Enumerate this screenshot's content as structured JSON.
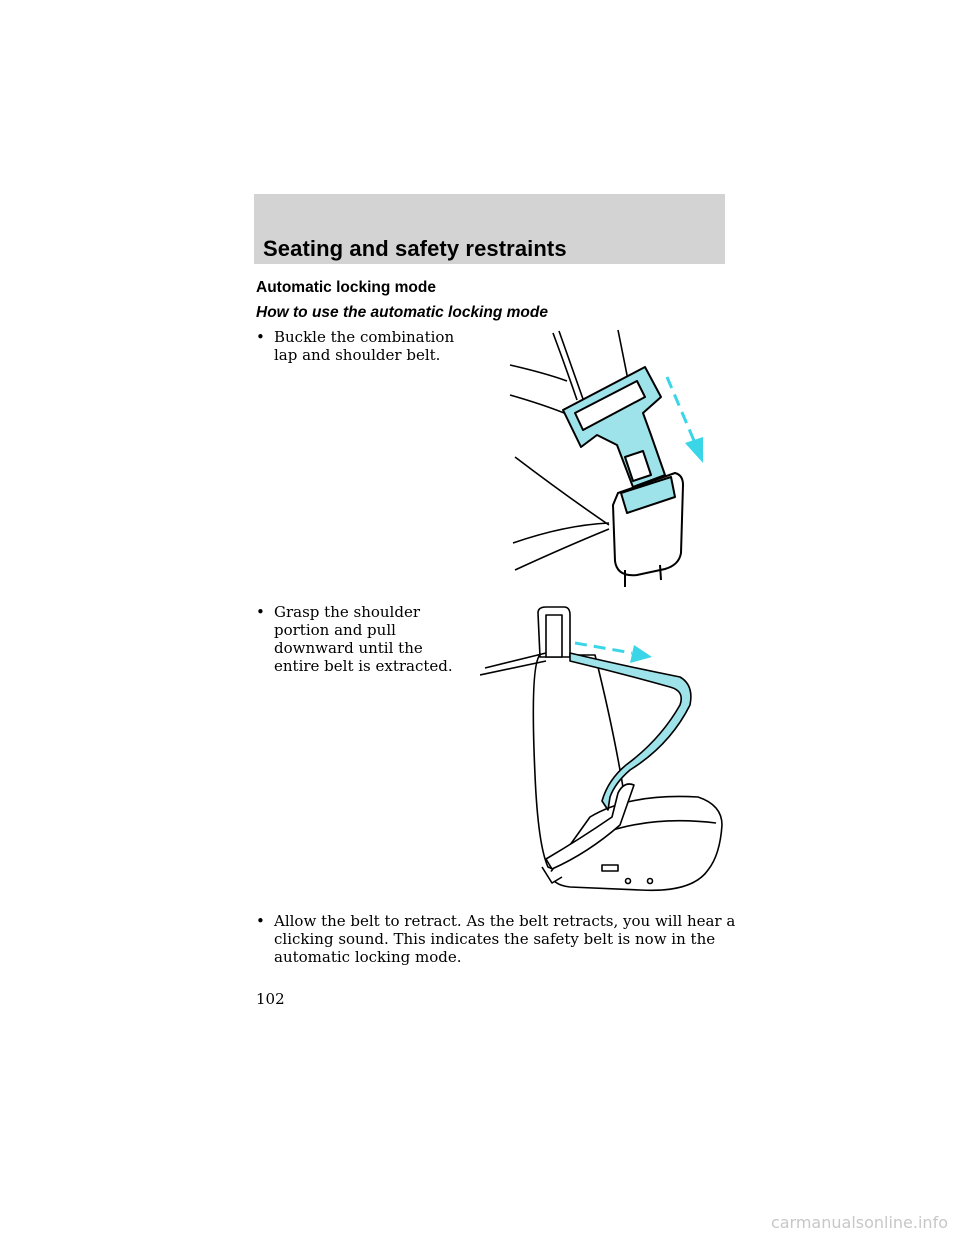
{
  "header": {
    "title": "Seating and safety restraints"
  },
  "section": {
    "heading": "Automatic locking mode",
    "subheading": "How to use the automatic locking mode"
  },
  "bullets": [
    {
      "marker": "•",
      "text": "Buckle the combination lap and shoulder belt."
    },
    {
      "marker": "•",
      "text": "Grasp the shoulder portion and pull downward until the entire belt is extracted."
    },
    {
      "marker": "•",
      "text": "Allow the belt to retract. As the belt retracts, you will hear a clicking sound. This indicates the safety belt is now in the automatic locking mode."
    }
  ],
  "page_number": "102",
  "watermark": "carmanualsonline.info",
  "colors": {
    "header_band": "#d3d3d3",
    "belt_accent": "#9fe3ea",
    "arrow": "#3ad6e8"
  },
  "illustrations": [
    {
      "name": "buckle-latch-illustration"
    },
    {
      "name": "seat-belt-pull-illustration"
    }
  ]
}
